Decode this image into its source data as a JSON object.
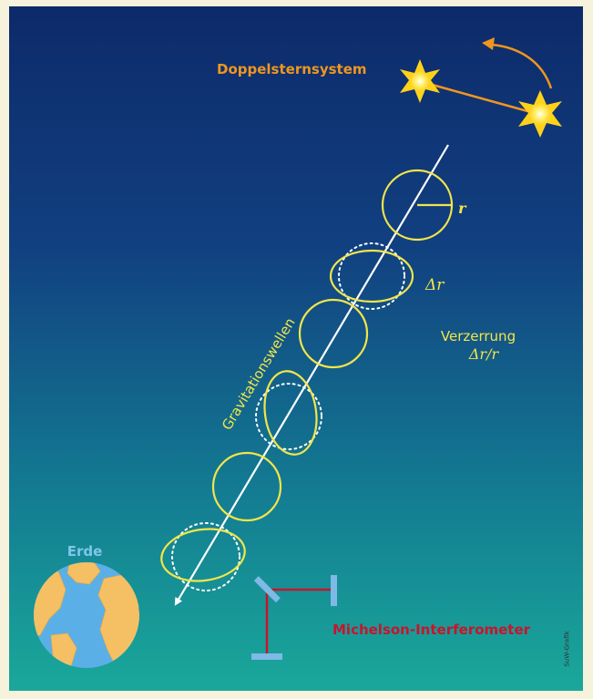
{
  "labels": {
    "binary_system": "Doppelsternsystem",
    "radius": "r",
    "delta_r": "Δr",
    "distortion_title": "Verzerrung",
    "distortion_formula": "Δr/r",
    "gravitational_waves": "Gravitationswellen",
    "earth": "Erde",
    "interferometer": "Michelson-Interferometer"
  },
  "credit": "SuW-Grafik",
  "colors": {
    "sky_top": "#0d2a6a",
    "sky_bottom": "#1aa89a",
    "orange_label": "#f0961e",
    "yellow_rings": "#f2e54a",
    "earth_label": "#7fc6ea",
    "interferometer_red": "#c8142c",
    "mirror_blue": "#7fb9e6",
    "ocean": "#5ab0e6",
    "land": "#f5c064"
  }
}
